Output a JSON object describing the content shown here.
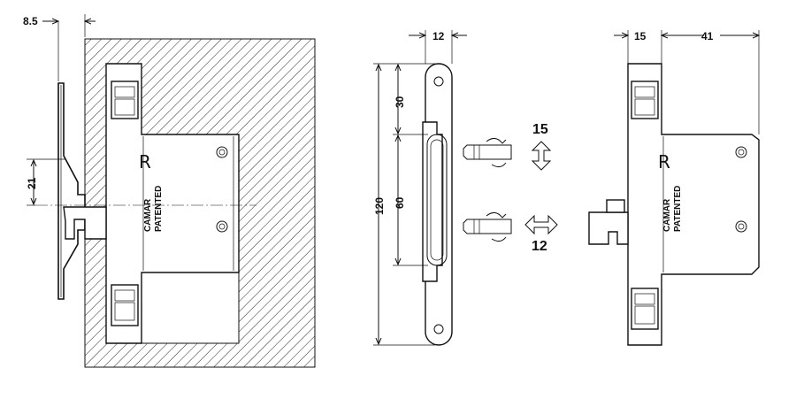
{
  "dimensions": {
    "left_offset": "8.5",
    "left_vertical": "21",
    "middle_width": "12",
    "middle_top": "30",
    "middle_slot": "60",
    "middle_total": "120",
    "right_a": "15",
    "right_b": "41"
  },
  "adjust_labels": {
    "vertical": "15",
    "horizontal": "12"
  },
  "branding": {
    "mark": "R",
    "brand": "CAMAR",
    "patent": "PATENTED"
  },
  "icons": [
    "hatched-wall",
    "screw-icon",
    "vertical-double-arrow-icon",
    "horizontal-double-arrow-icon"
  ]
}
